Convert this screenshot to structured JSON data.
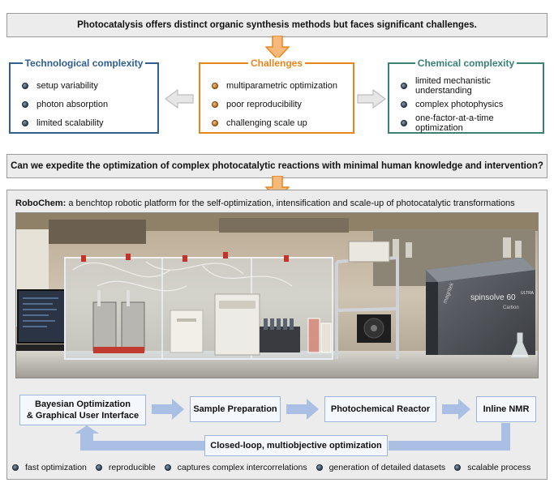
{
  "top_banner": "Photocatalysis offers distinct organic synthesis methods but faces significant challenges.",
  "technological": {
    "title": "Technological complexity",
    "items": [
      "setup variability",
      "photon absorption",
      "limited scalability"
    ]
  },
  "challenges": {
    "title": "Challenges",
    "items": [
      "multiparametric optimization",
      "poor reproducibility",
      "challenging scale up"
    ]
  },
  "chemical": {
    "title": "Chemical complexity",
    "items": [
      "limited mechanistic understanding",
      "complex photophysics",
      "one-factor-at-a-time optimization"
    ]
  },
  "question_banner": "Can we expedite the optimization of complex photocatalytic reactions with minimal human knowledge and intervention?",
  "robochem": {
    "name": "RoboChem:",
    "description": " a benchtop robotic platform for the self-optimization, intensification and scale-up of photocatalytic transformations"
  },
  "photo_labels": {
    "nmr_brand": "spinsolve 60",
    "nmr_sub": "ULTRA",
    "nmr_maker": "magritek",
    "nmr_model": "Carbon"
  },
  "workflow": {
    "bayes_line1": "Bayesian Optimization",
    "bayes_line2": "& Graphical User Interface",
    "sample": "Sample Preparation",
    "reactor": "Photochemical Reactor",
    "nmr": "Inline NMR",
    "loop": "Closed-loop, multiobjective optimization"
  },
  "benefits": [
    "fast optimization",
    "reproducible",
    "captures complex intercorrelations",
    "generation of detailed datasets",
    "scalable process"
  ],
  "colors": {
    "tech": "#2f5f93",
    "challenge": "#e8861e",
    "chemical": "#3a8178",
    "flow_box_border": "#9eb5da",
    "flow_arrow": "#a9bfe3"
  }
}
